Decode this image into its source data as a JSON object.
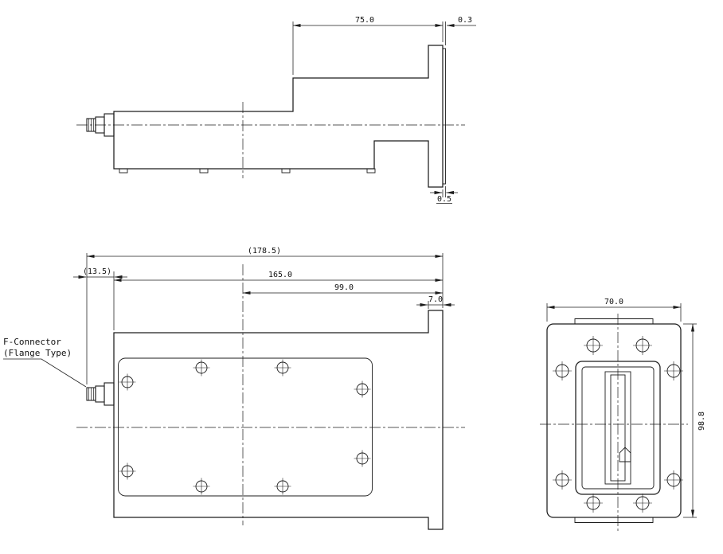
{
  "drawing": {
    "background": "#ffffff",
    "line_color": "#1c1c1c",
    "views": {
      "side": {
        "dim_width": "75.0",
        "dim_lip_top": "0.3",
        "dim_lip_bottom": "0.5"
      },
      "plan": {
        "dim_overall": "(178.5)",
        "dim_connector_protrusion": "(13.5)",
        "dim_body_length": "165.0",
        "dim_center_to_flange": "99.0",
        "dim_flange_thickness": "7.0",
        "connector_label_line1": "F-Connector",
        "connector_label_line2": "(Flange Type)"
      },
      "flange": {
        "dim_width": "70.0",
        "dim_height": "98.8"
      }
    }
  }
}
